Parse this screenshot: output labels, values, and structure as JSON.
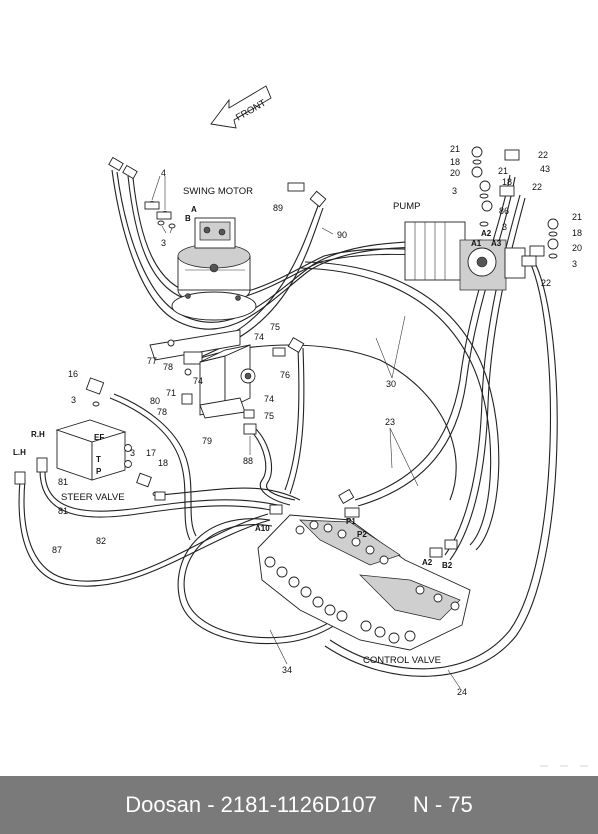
{
  "components": {
    "swing_motor": "SWING MOTOR",
    "pump": "PUMP",
    "steer_valve": "STEER VALVE",
    "control_valve": "CONTROL VALVE"
  },
  "direction_arrow": "FRONT",
  "ports": {
    "motor_a": "A",
    "motor_b": "B",
    "pump_a1": "A1",
    "pump_a2": "A2",
    "pump_a3": "A3",
    "steer_ef": "EF",
    "steer_t": "T",
    "steer_p": "P",
    "steer_rh": "R.H",
    "steer_lh": "L.H",
    "valve_a10": "A10",
    "valve_p1": "P1",
    "valve_p2": "P2",
    "valve_a2": "A2",
    "valve_b2": "B2"
  },
  "part_numbers": {
    "n3a": "3",
    "n3b": "3",
    "n3c": "3",
    "n3d": "3",
    "n3e": "3",
    "n3f": "3",
    "n4": "4",
    "n16": "16",
    "n17": "17",
    "n18a": "18",
    "n18b": "18",
    "n18c": "18",
    "n18d": "18",
    "n20a": "20",
    "n20b": "20",
    "n21a": "21",
    "n21b": "21",
    "n21c": "21",
    "n22a": "22",
    "n22b": "22",
    "n22c": "22",
    "n23": "23",
    "n24": "24",
    "n30": "30",
    "n34": "34",
    "n43": "43",
    "n71": "71",
    "n74a": "74",
    "n74b": "74",
    "n74c": "74",
    "n75a": "75",
    "n75b": "75",
    "n76": "76",
    "n77": "77",
    "n78a": "78",
    "n78b": "78",
    "n79": "79",
    "n80": "80",
    "n81a": "81",
    "n81b": "81",
    "n82": "82",
    "n86": "86",
    "n87": "87",
    "n88": "88",
    "n89": "89",
    "n90": "90"
  },
  "footer": {
    "part_code": "Doosan - 2181-1126D107",
    "page_ref": "N - 75"
  }
}
